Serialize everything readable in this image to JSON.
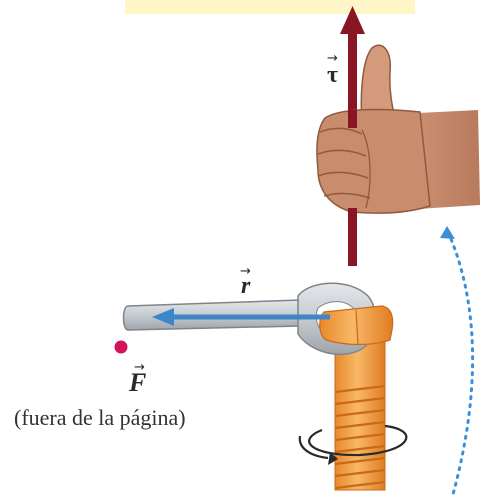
{
  "labels": {
    "torque": "τ",
    "position": "r",
    "force": "F",
    "force_note": "(fuera de la página)",
    "vector_arrow": "→"
  },
  "colors": {
    "top_band": "#fff6c7",
    "torque_vector": "#8a1625",
    "position_vector": "#3d86c9",
    "force_dot": "#d4145a",
    "bolt": "#f3a447",
    "wrench": "#c8cdd1",
    "hand": "#c98c6c",
    "rotation_arc": "#3d8ed6"
  },
  "icons": [
    "hand-thumb-up-icon",
    "bolt-icon",
    "wrench-icon",
    "rotation-arrow-icon"
  ]
}
